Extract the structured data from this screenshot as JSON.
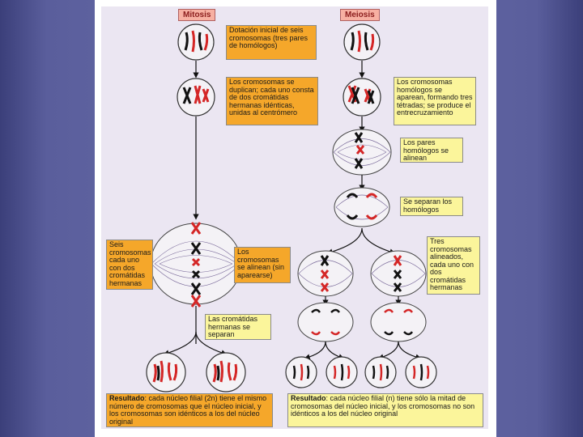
{
  "headers": {
    "mitosis": "Mitosis",
    "meiosis": "Meiosis"
  },
  "labels": {
    "m1": "Dotación inicial de seis cromosomas (tres pares de homólogos)",
    "m2": "Los cromosomas se duplican; cada uno consta de dos cromátidas hermanas idénticas, unidas al centrómero",
    "m3a": "Seis cromosomas cada uno con dos cromátidas hermanas",
    "m3b": "Los cromosomas se alinean (sin aparearse)",
    "m4": "Las cromátidas hermanas se separan",
    "e1": "Los cromosomas homólogos se aparean, formando tres tétradas; se produce el entrecruzamiento",
    "e2": "Los pares homólogos se alinean",
    "e3": "Se separan los homólogos",
    "e4": "Tres cromosomas alineados, cada uno con dos cromátidas hermanas",
    "res_m_bold": "Resultado",
    "res_m": ": cada núcleo filial (2n) tiene el mismo número de cromosomas que el núcleo inicial, y los cromosomas son idénticos a los del núcleo original",
    "res_e_bold": "Resultado",
    "res_e": ": cada núcleo filial (n) tiene sólo la mitad de cromosomas del núcleo inicial, y los cromosomas no son idénticos a los del núcleo original"
  },
  "colors": {
    "red": "#d42626",
    "black": "#111111",
    "orange": "#f5a72a",
    "yellow": "#fbf59b"
  }
}
